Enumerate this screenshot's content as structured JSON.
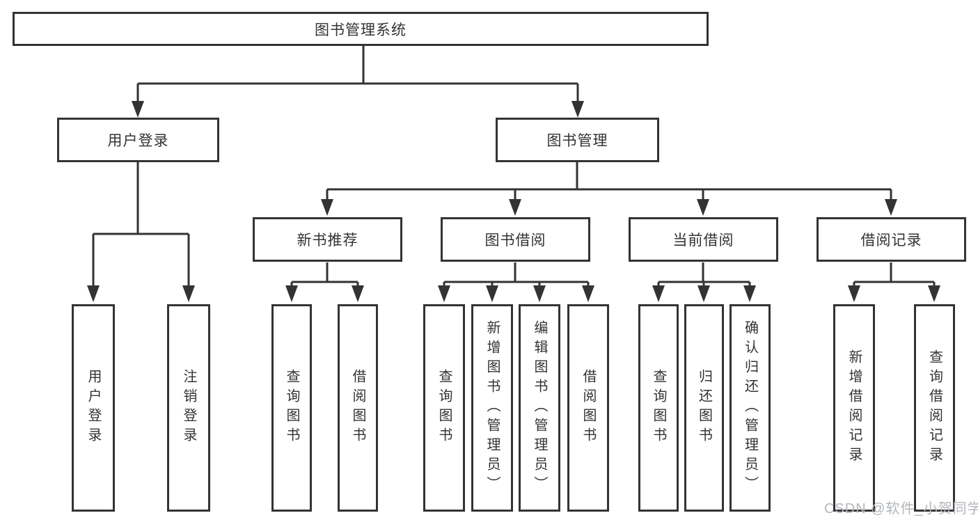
{
  "styles": {
    "line_color": "#333333",
    "box_border_color": "#333333",
    "box_fill": "#ffffff",
    "text_color": "#333333",
    "watermark_color": "#b3b6ba",
    "background": "#ffffff"
  },
  "watermark": {
    "text": "CSDN @软件_小贺同学"
  },
  "diagram": {
    "root": {
      "label": "图书管理系统"
    },
    "level2": [
      {
        "label": "用户登录",
        "children": [
          {
            "label": "用户登录"
          },
          {
            "label": "注销登录"
          }
        ]
      },
      {
        "label": "图书管理"
      }
    ],
    "level3": [
      {
        "label": "新书推荐",
        "children": [
          {
            "label": "查询图书"
          },
          {
            "label": "借阅图书"
          }
        ]
      },
      {
        "label": "图书借阅",
        "children": [
          {
            "label": "查询图书"
          },
          {
            "label": "新增图书（管理员）"
          },
          {
            "label": "编辑图书（管理员）"
          },
          {
            "label": "借阅图书"
          }
        ]
      },
      {
        "label": "当前借阅",
        "children": [
          {
            "label": "查询图书"
          },
          {
            "label": "归还图书"
          },
          {
            "label": "确认归还（管理员）"
          }
        ]
      },
      {
        "label": "借阅记录",
        "children": [
          {
            "label": "新增借阅记录"
          },
          {
            "label": "查询借阅记录"
          }
        ]
      }
    ]
  }
}
